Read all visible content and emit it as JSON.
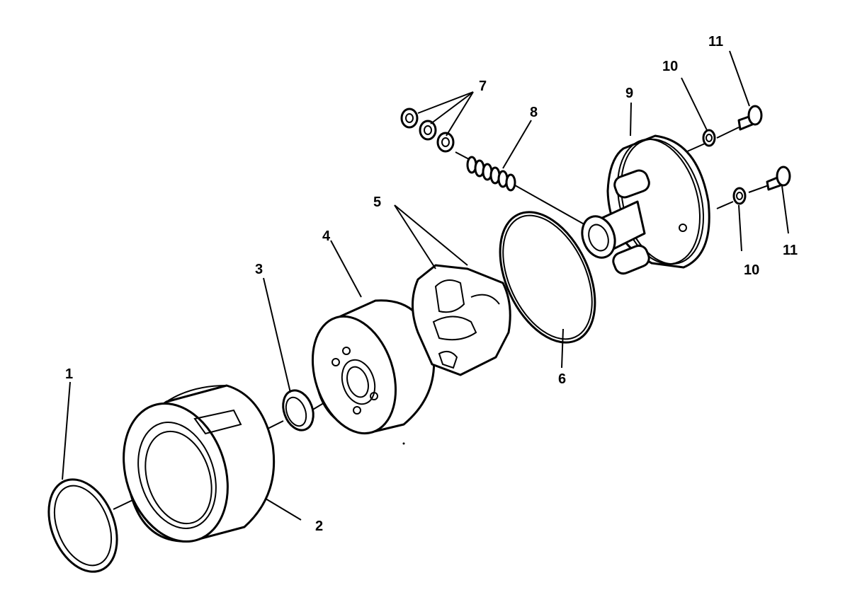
{
  "diagram": {
    "callouts": {
      "c1": "1",
      "c2": "2",
      "c3": "3",
      "c4": "4",
      "c5": "5",
      "c6": "6",
      "c7": "7",
      "c8": "8",
      "c9": "9",
      "c10a": "10",
      "c10b": "10",
      "c11a": "11",
      "c11b": "11"
    }
  }
}
